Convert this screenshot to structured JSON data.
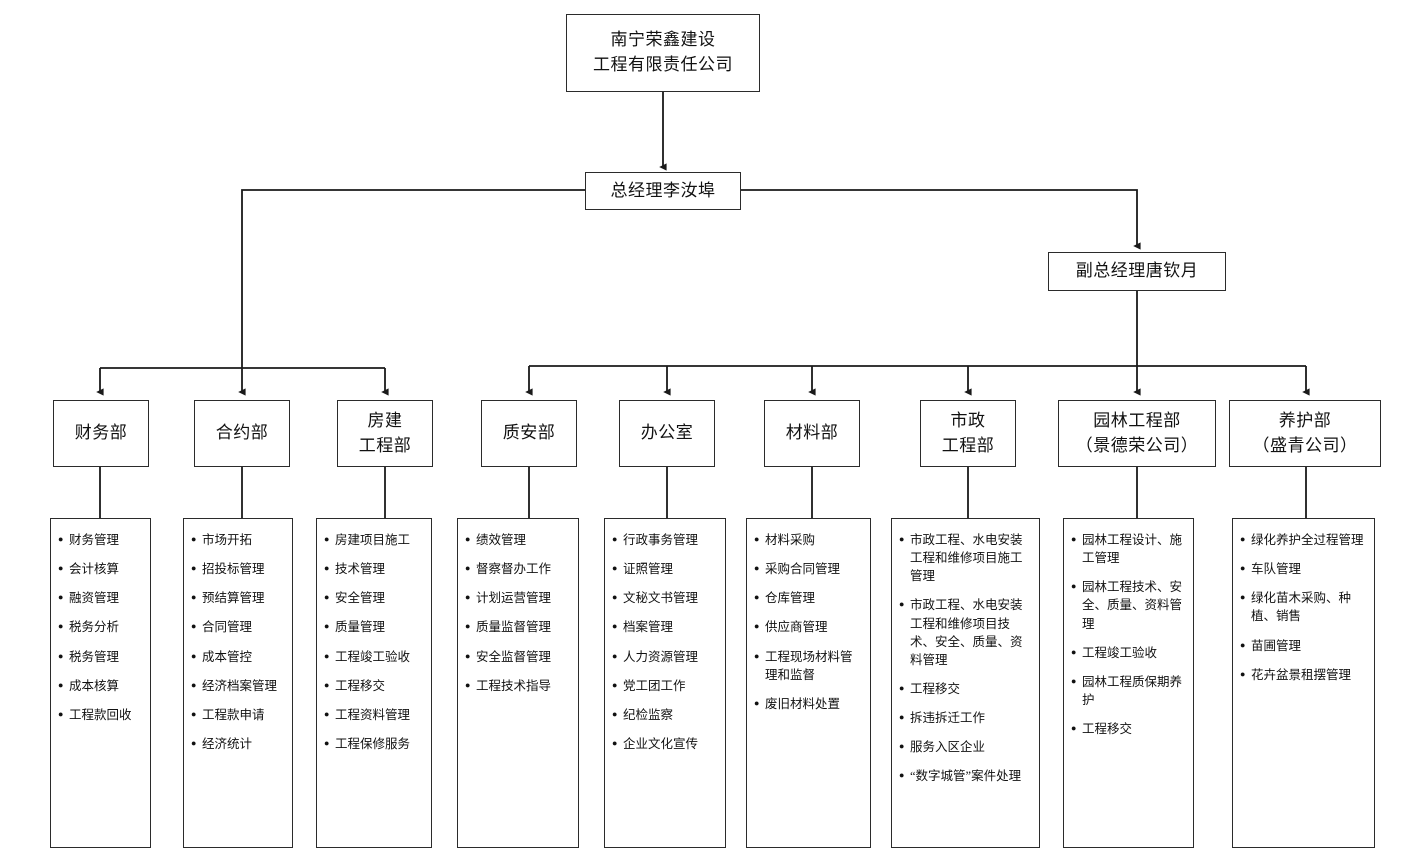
{
  "diagram": {
    "title_root": {
      "lines": [
        "南宁荣鑫建设",
        "工程有限责任公司"
      ]
    },
    "executives": [
      {
        "name": "总经理李汝埠"
      },
      {
        "name": "副总经理唐钦月"
      }
    ],
    "departments": [
      {
        "id": "finance",
        "lines": [
          "财务部"
        ],
        "duties": [
          "财务管理",
          "会计核算",
          "融资管理",
          "税务分析",
          "税务管理",
          "成本核算",
          "工程款回收"
        ]
      },
      {
        "id": "contract",
        "lines": [
          "合约部"
        ],
        "duties": [
          "市场开拓",
          "招投标管理",
          "预结算管理",
          "合同管理",
          "成本管控",
          "经济档案管理",
          "工程款申请",
          "经济统计"
        ]
      },
      {
        "id": "building-engineering",
        "lines": [
          "房建",
          "工程部"
        ],
        "duties": [
          "房建项目施工",
          "技术管理",
          "安全管理",
          "质量管理",
          "工程竣工验收",
          "工程移交",
          "工程资料管理",
          "工程保修服务"
        ]
      },
      {
        "id": "quality-safety",
        "lines": [
          "质安部"
        ],
        "duties": [
          "绩效管理",
          "督察督办工作",
          "计划运营管理",
          "质量监督管理",
          "安全监督管理",
          "工程技术指导"
        ]
      },
      {
        "id": "office",
        "lines": [
          "办公室"
        ],
        "duties": [
          "行政事务管理",
          "证照管理",
          "文秘文书管理",
          "档案管理",
          "人力资源管理",
          "党工团工作",
          "纪检监察",
          "企业文化宣传"
        ]
      },
      {
        "id": "materials",
        "lines": [
          "材料部"
        ],
        "duties": [
          "材料采购",
          "采购合同管理",
          "仓库管理",
          "供应商管理",
          "工程现场材料管理和监督",
          "废旧材料处置"
        ]
      },
      {
        "id": "municipal-engineering",
        "lines": [
          "市政",
          "工程部"
        ],
        "duties": [
          "市政工程、水电安装工程和维修项目施工管理",
          "市政工程、水电安装工程和维修项目技术、安全、质量、资料管理",
          "工程移交",
          "拆违拆迁工作",
          "服务入区企业",
          "“数字城管”案件处理"
        ]
      },
      {
        "id": "landscape-engineering",
        "lines": [
          "园林工程部",
          "（景德荣公司）"
        ],
        "duties": [
          "园林工程设计、施工管理",
          "园林工程技术、安全、质量、资料管理",
          "工程竣工验收",
          "园林工程质保期养护",
          "工程移交"
        ]
      },
      {
        "id": "maintenance",
        "lines": [
          "养护部",
          "（盛青公司）"
        ],
        "duties": [
          "绿化养护全过程管理",
          "车队管理",
          "绿化苗木采购、种植、销售",
          "苗圃管理",
          "花卉盆景租摆管理"
        ]
      }
    ],
    "colors": {
      "line": "#1a1a1a",
      "box_border": "#2b2b2b",
      "background": "#ffffff",
      "text": "#111111"
    }
  }
}
